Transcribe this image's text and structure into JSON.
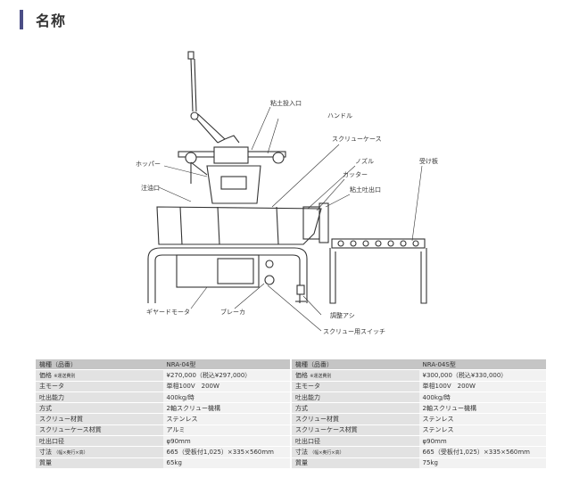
{
  "header": {
    "title": "名称"
  },
  "diagram": {
    "labels": {
      "clay_inlet": "粘土投入口",
      "handle": "ハンドル",
      "screw_case": "スクリューケース",
      "hopper": "ホッパー",
      "nozzle": "ノズル",
      "cutter": "カッター",
      "oil_port": "注油口",
      "clay_outlet": "粘土吐出口",
      "receiver": "受け板",
      "gear_motor": "ギヤードモータ",
      "breaker": "ブレーカ",
      "adjust_foot": "調整アシ",
      "screw_switch": "スクリュー用スイッチ"
    }
  },
  "tables": [
    {
      "header": {
        "key": "機種（品番）",
        "value": "NRA-04型"
      },
      "rows": [
        {
          "key": "価格",
          "key_sub": "※運送費別",
          "value": "¥270,000（税込¥297,000）"
        },
        {
          "key": "主モータ",
          "key_sub": "",
          "value": "単相100V　200W"
        },
        {
          "key": "吐出能力",
          "key_sub": "",
          "value": "400kg/時"
        },
        {
          "key": "方式",
          "key_sub": "",
          "value": "2軸スクリュー機構"
        },
        {
          "key": "スクリュー材質",
          "key_sub": "",
          "value": "ステンレス"
        },
        {
          "key": "スクリューケース材質",
          "key_sub": "",
          "value": "アルミ"
        },
        {
          "key": "吐出口径",
          "key_sub": "",
          "value": "φ90mm"
        },
        {
          "key": "寸法",
          "key_sub": "（幅×奥行×高）",
          "value": "665（受板付1,025）×335×560mm"
        },
        {
          "key": "質量",
          "key_sub": "",
          "value": "65kg"
        }
      ]
    },
    {
      "header": {
        "key": "機種（品番）",
        "value": "NRA-04S型"
      },
      "rows": [
        {
          "key": "価格",
          "key_sub": "※運送費別",
          "value": "¥300,000（税込¥330,000）"
        },
        {
          "key": "主モータ",
          "key_sub": "",
          "value": "単相100V　200W"
        },
        {
          "key": "吐出能力",
          "key_sub": "",
          "value": "400kg/時"
        },
        {
          "key": "方式",
          "key_sub": "",
          "value": "2軸スクリュー機構"
        },
        {
          "key": "スクリュー材質",
          "key_sub": "",
          "value": "ステンレス"
        },
        {
          "key": "スクリューケース材質",
          "key_sub": "",
          "value": "ステンレス"
        },
        {
          "key": "吐出口径",
          "key_sub": "",
          "value": "φ90mm"
        },
        {
          "key": "寸法",
          "key_sub": "（幅×奥行×高）",
          "value": "665（受板付1,025）×335×560mm"
        },
        {
          "key": "質量",
          "key_sub": "",
          "value": "75kg"
        }
      ]
    }
  ]
}
